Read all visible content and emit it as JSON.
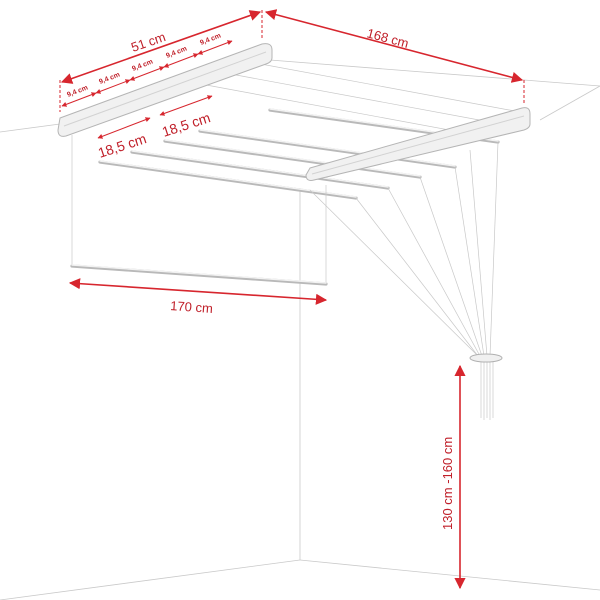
{
  "labels": {
    "bar_width": "51 cm",
    "rail_length": "168 cm",
    "spacing": "9,4 cm",
    "gap": "18,5 cm",
    "rod_length": "170 cm",
    "height_range": "130 cm -160 cm"
  },
  "colors": {
    "dimension": "#d7262e",
    "lines": "#c8c8c8",
    "metal": "#b9b9b9"
  }
}
